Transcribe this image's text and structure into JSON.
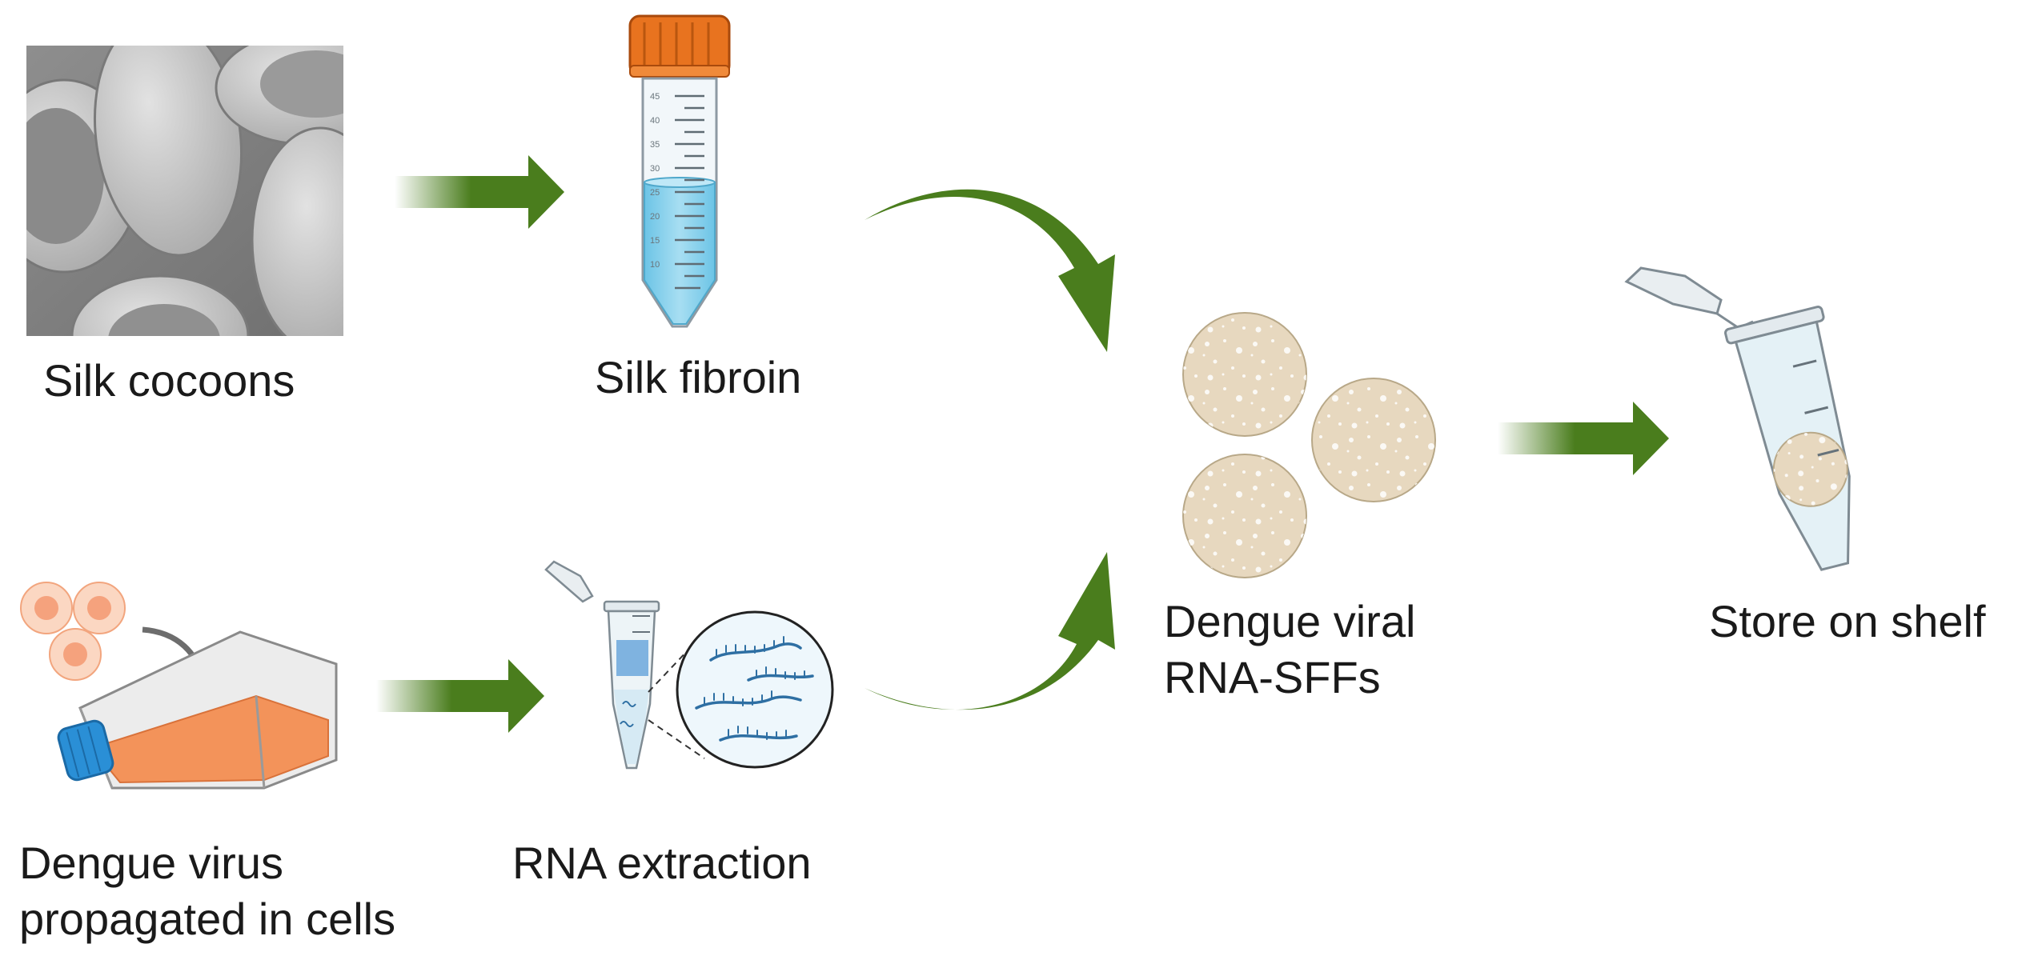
{
  "labels": {
    "silk_cocoons": "Silk cocoons",
    "silk_fibroin": "Silk fibroin",
    "dengue_virus_line1": "Dengue virus",
    "dengue_virus_line2": "propagated in cells",
    "rna_extraction": "RNA extraction",
    "sff_line1": "Dengue viral",
    "sff_line2": "RNA-SFFs",
    "store_on_shelf": "Store on shelf"
  },
  "colors": {
    "arrow_green": "#4a7d1d",
    "tube_cap_orange": "#e8731f",
    "fibroin_blue": "#8fd3ec",
    "flask_orange": "#f3935a",
    "flask_cap_blue": "#2a8fd6",
    "film_beige": "#e7d8bf",
    "rna_strand_blue": "#2e6fa3"
  },
  "tube_graduations": [
    "45",
    "40",
    "35",
    "30",
    "25",
    "20",
    "15",
    "10"
  ]
}
